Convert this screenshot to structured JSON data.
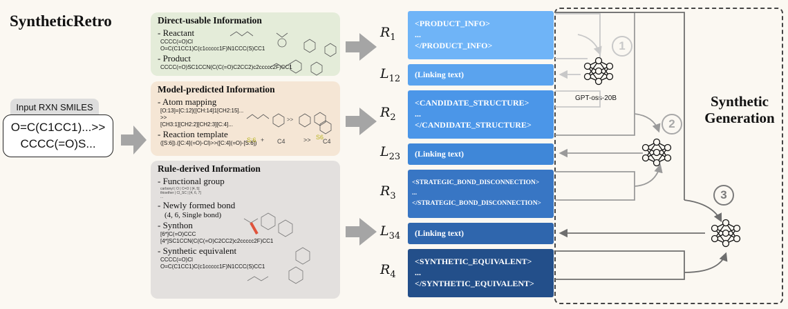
{
  "title": "SyntheticRetro",
  "input": {
    "label": "Input RXN SMILES",
    "line1": "O=C(C1CC1)...>>",
    "line2": "CCCC(=O)S..."
  },
  "panels": {
    "direct": {
      "title": "Direct-usable Information",
      "reactant_label": "- Reactant",
      "reactant_smiles1": "CCCC(=O)Cl",
      "reactant_smiles2": "O=C(C1CC1)C(c1ccccc1F)N1CCC(S)CC1",
      "product_label": "- Product",
      "product_smiles": "CCCC(=O)SC1CCN(C(C(=O)C2CC2)c2ccccc2F)CC1"
    },
    "model": {
      "title": "Model-predicted Information",
      "atom_label": "- Atom mapping",
      "atom_line1": "[O:13]=[C:12]([CH:14]1[CH2:15]...",
      "atom_line2": ">>",
      "atom_line3": "[CH3:1][CH2:2][CH2:3][C:4]...",
      "template_label": "- Reaction template",
      "template_text": "([S:6]).([C:4](=O)-Cl)>>([C:4](=O)-[S:6])"
    },
    "rule": {
      "title": "Rule-derived Information",
      "fg_label": "- Functional group",
      "fg_line1": "carbonyl | O | C=O | [4, 5]",
      "fg_line2": "thioether | Cl_SC | [4, 6, 7]",
      "fg_line3": "...",
      "bond_label": "- Newly formed bond",
      "bond_value": "(4, 6, Single bond)",
      "synthon_label": "- Synthon",
      "synthon_line1": "[6*]C(=O)CCC",
      "synthon_line2": "[4*]SC1CCN(C(C(=O)C2CC2)c2ccccc2F)CC1",
      "equiv_label": "- Synthetic equivalent",
      "equiv_line1": "CCCC(=O)Cl",
      "equiv_line2": "O=C(C1CC1)C(c1ccccc1F)N1CCC(S)CC1"
    }
  },
  "blocks": [
    {
      "symbol": "R",
      "sub": "1",
      "open": "<PRODUCT_INFO>",
      "dots": "...",
      "close": "</PRODUCT_INFO>",
      "color": "#6fb4f7"
    },
    {
      "symbol": "L",
      "sub": "12",
      "text": "(Linking text)",
      "color": "#5aa3ee"
    },
    {
      "symbol": "R",
      "sub": "2",
      "open": "<CANDIDATE_STRUCTURE>",
      "dots": "...",
      "close": "</CANDIDATE_STRUCTURE>",
      "color": "#4b96e8"
    },
    {
      "symbol": "L",
      "sub": "23",
      "text": "(Linking text)",
      "color": "#3f87d8"
    },
    {
      "symbol": "R",
      "sub": "3",
      "open": "<STRATEGIC_BOND_DISCONNECTION>",
      "dots": "...",
      "close": "</STRATEGIC_BOND_DISCONNECTION>",
      "color": "#3876c4"
    },
    {
      "symbol": "L",
      "sub": "34",
      "text": "(Linking text)",
      "color": "#2f66ad"
    },
    {
      "symbol": "R",
      "sub": "4",
      "open": "<SYNTHETIC_EQUIVALENT>",
      "dots": "...",
      "close": "</SYNTHETIC_EQUIVALENT>",
      "color": "#234f8a"
    }
  ],
  "generation": {
    "title_line1": "Synthetic",
    "title_line2": "Generation",
    "model_label": "GPT-oss-20B",
    "step1": "1",
    "step2": "2",
    "step3": "3"
  },
  "colors": {
    "step1": "#c8c8c8",
    "step2": "#a8a8a8",
    "step3": "#7a7a7a",
    "arrow": "#a5a5a5"
  }
}
